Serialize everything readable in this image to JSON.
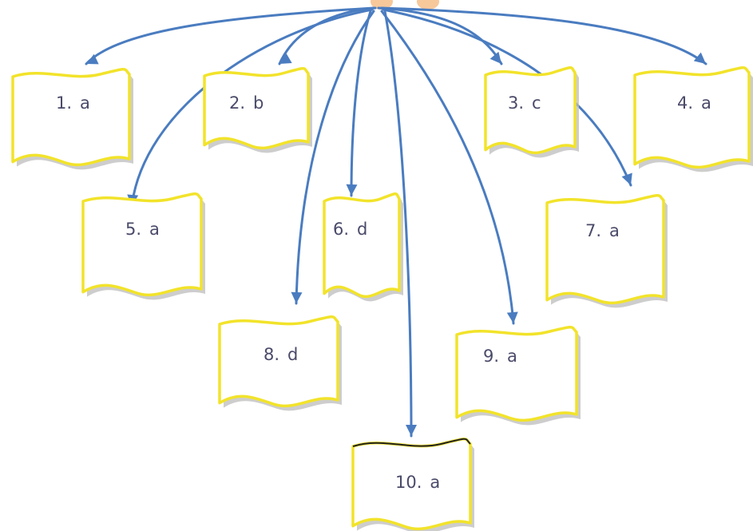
{
  "answers": [
    {
      "number": "1.",
      "answer": "a"
    },
    {
      "number": "2.",
      "answer": "b"
    },
    {
      "number": "3.",
      "answer": "c"
    },
    {
      "number": "4.",
      "answer": "a"
    },
    {
      "number": "5.",
      "answer": "a"
    },
    {
      "number": "6.",
      "answer": "d"
    },
    {
      "number": "7.",
      "answer": "a"
    },
    {
      "number": "8.",
      "answer": "d"
    },
    {
      "number": "9.",
      "answer": "a"
    },
    {
      "number": "10.",
      "answer": "a"
    }
  ],
  "colors": {
    "arrow": "#4a7cc0",
    "card_border": "#f2e32a",
    "card_shadow": "#bcbcbc",
    "label_text": "#4a4a6a",
    "hub": "#f7c89a"
  }
}
